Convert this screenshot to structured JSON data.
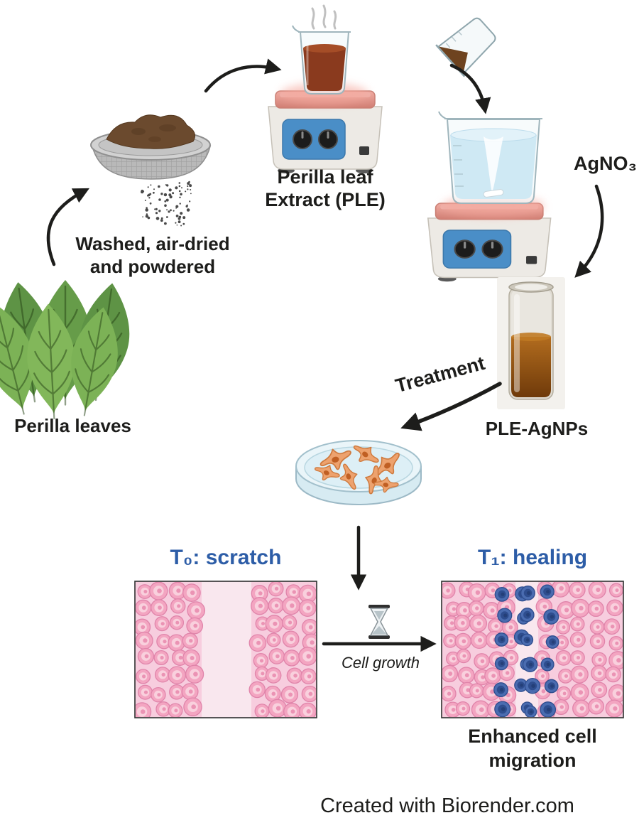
{
  "figure": {
    "credit": "Created with Biorender.com",
    "labels": {
      "process_line1": "Washed, air-dried",
      "process_line2": "and powdered",
      "leaves": "Perilla leaves",
      "extract_line1": "Perilla leaf",
      "extract_line2": "Extract (PLE)",
      "reagent": "AgNO₃",
      "treatment": "Treatment",
      "product": "PLE-AgNPs"
    },
    "assay": {
      "t0_title": "T₀: scratch",
      "t1_title": "T₁: healing",
      "growth": "Cell growth",
      "result_line1": "Enhanced cell",
      "result_line2": "migration"
    },
    "colors": {
      "text_dark": "#1d1d1b",
      "title_blue": "#2d5da7",
      "arrow_dark": "#1d1d1b",
      "leaf_green": "#7cb256",
      "leaf_green_dark": "#5e9345",
      "extract_brown": "#8a3a1e",
      "solution_blue": "#cfe9f4",
      "amber": "#a55f17",
      "plate_pink": "#e2958c",
      "stirrer_blue": "#4a8ec7",
      "cell_pink": "#f3a5c1",
      "cell_pink_edge": "#e084aa",
      "cell_blue": "#4a6cb0",
      "panel_pink": "#f9e7ee",
      "fibroblast_orange": "#eda26e"
    }
  }
}
